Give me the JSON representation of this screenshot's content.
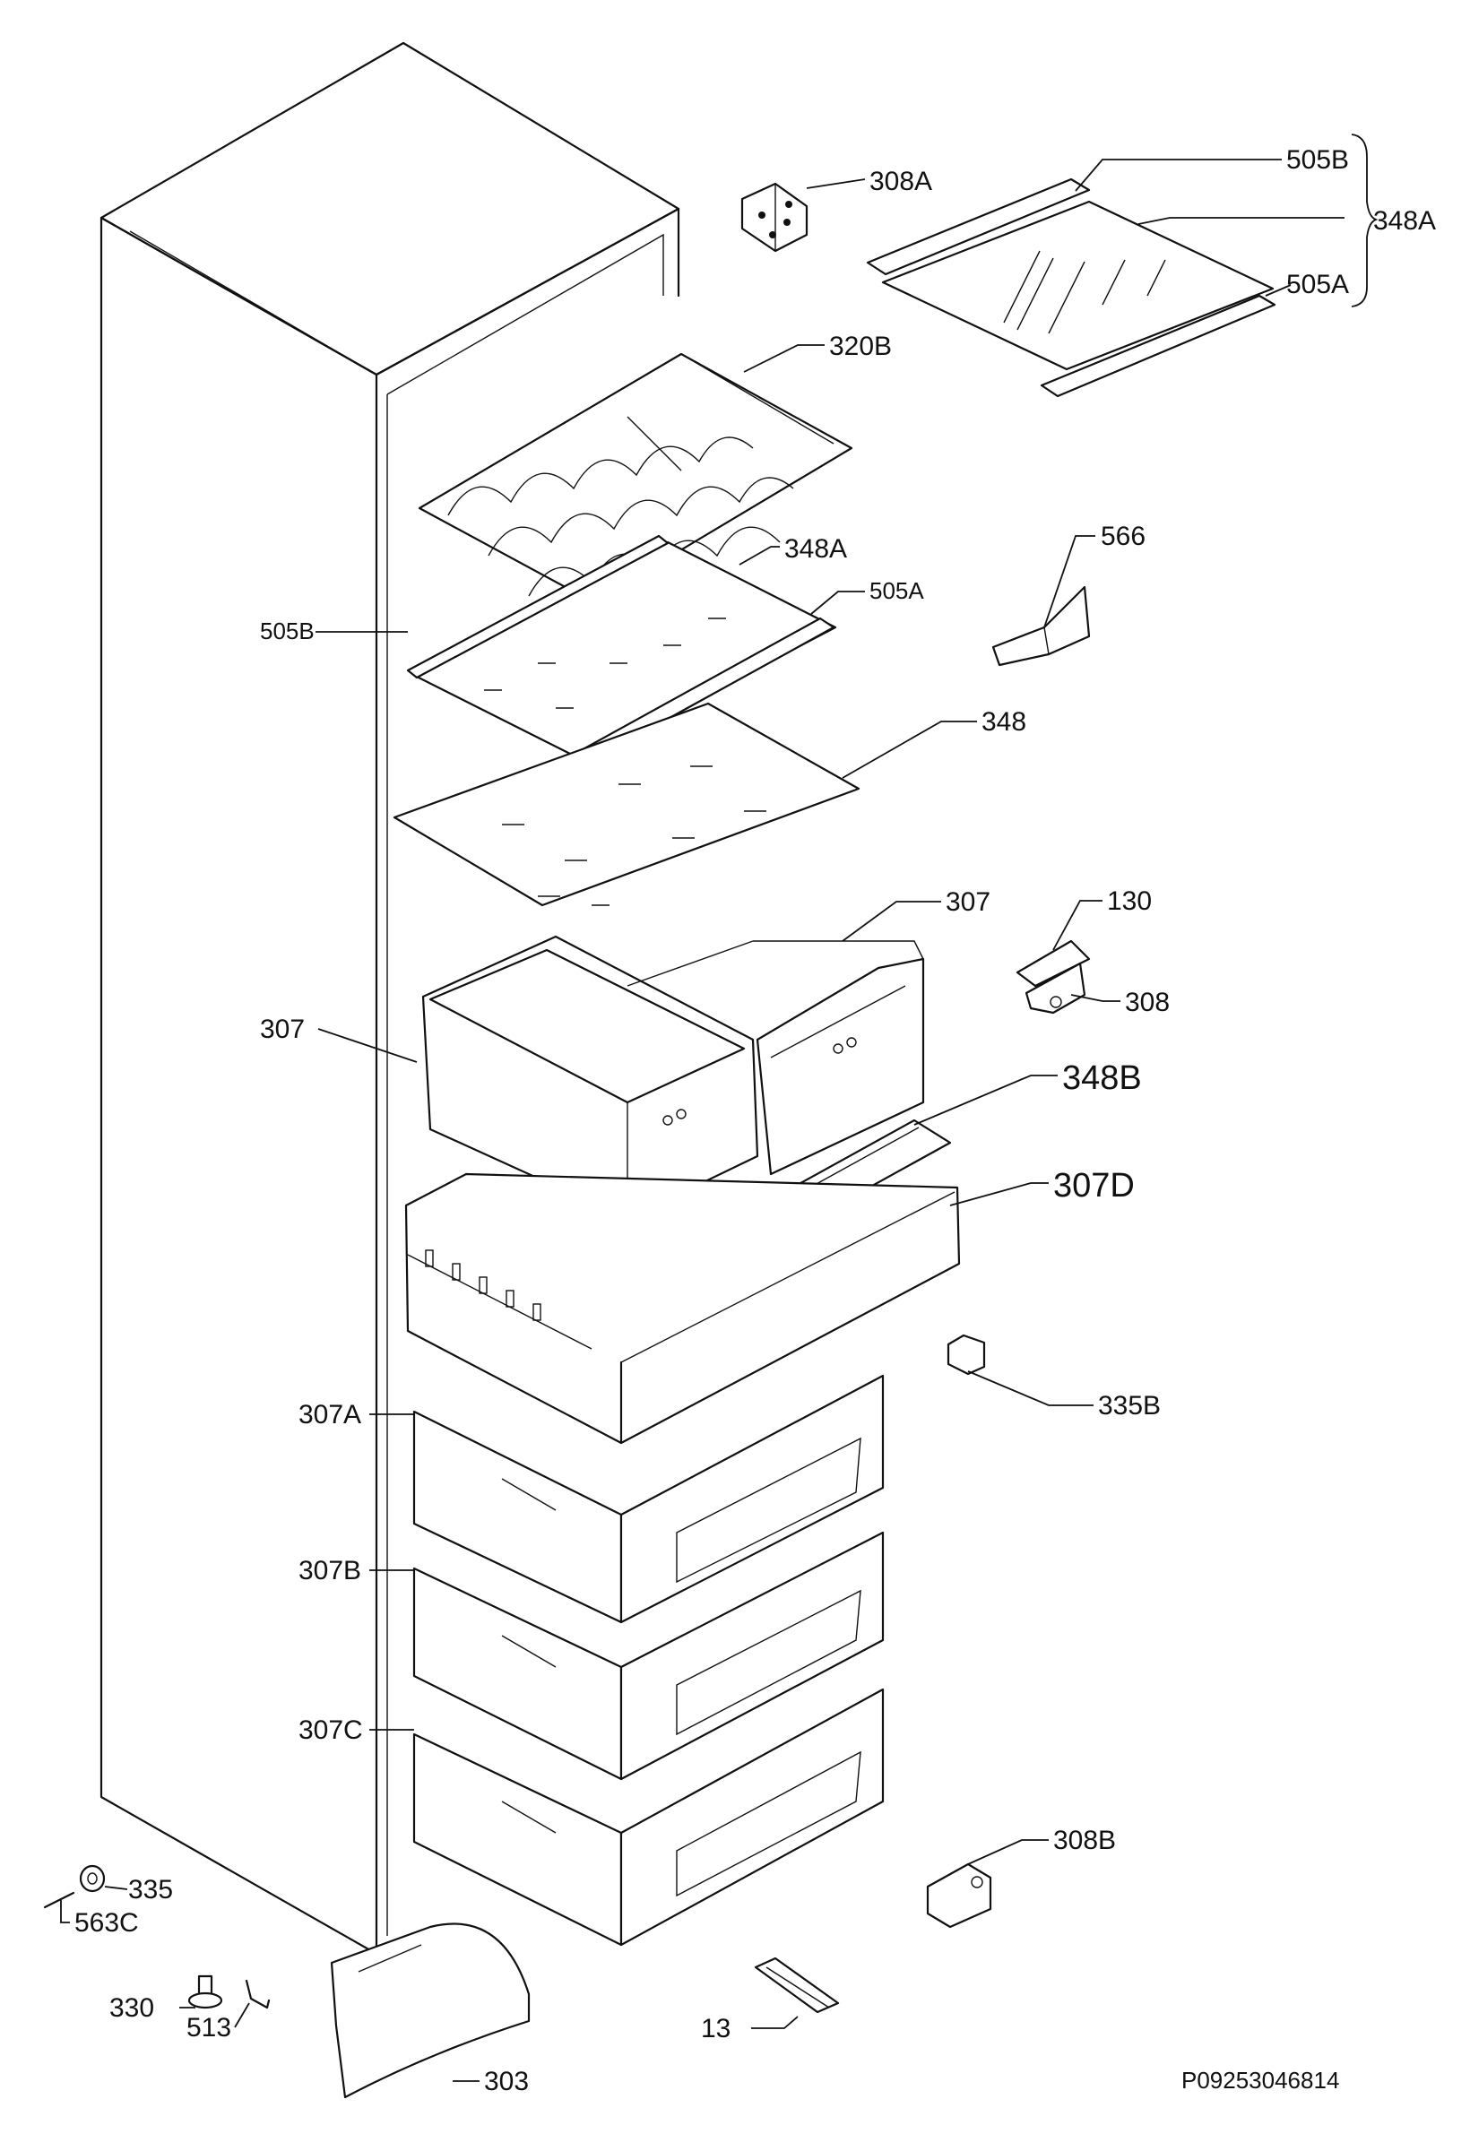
{
  "labels": {
    "l308A": "308A",
    "l505B_top": "505B",
    "l348A_top": "348A",
    "l505A_top": "505A",
    "l320B": "320B",
    "l348A_mid": "348A",
    "l505A_mid": "505A",
    "l505B_mid": "505B",
    "l566": "566",
    "l348": "348",
    "l307_right": "307",
    "l130": "130",
    "l308": "308",
    "l307_left": "307",
    "l348B": "348B",
    "l307D": "307D",
    "l335B": "335B",
    "l307A": "307A",
    "l307B": "307B",
    "l307C": "307C",
    "l308B": "308B",
    "l335": "335",
    "l563C": "563C",
    "l330": "330",
    "l513": "513",
    "l13": "13",
    "l303": "303"
  },
  "reference_code": "P09253046814"
}
